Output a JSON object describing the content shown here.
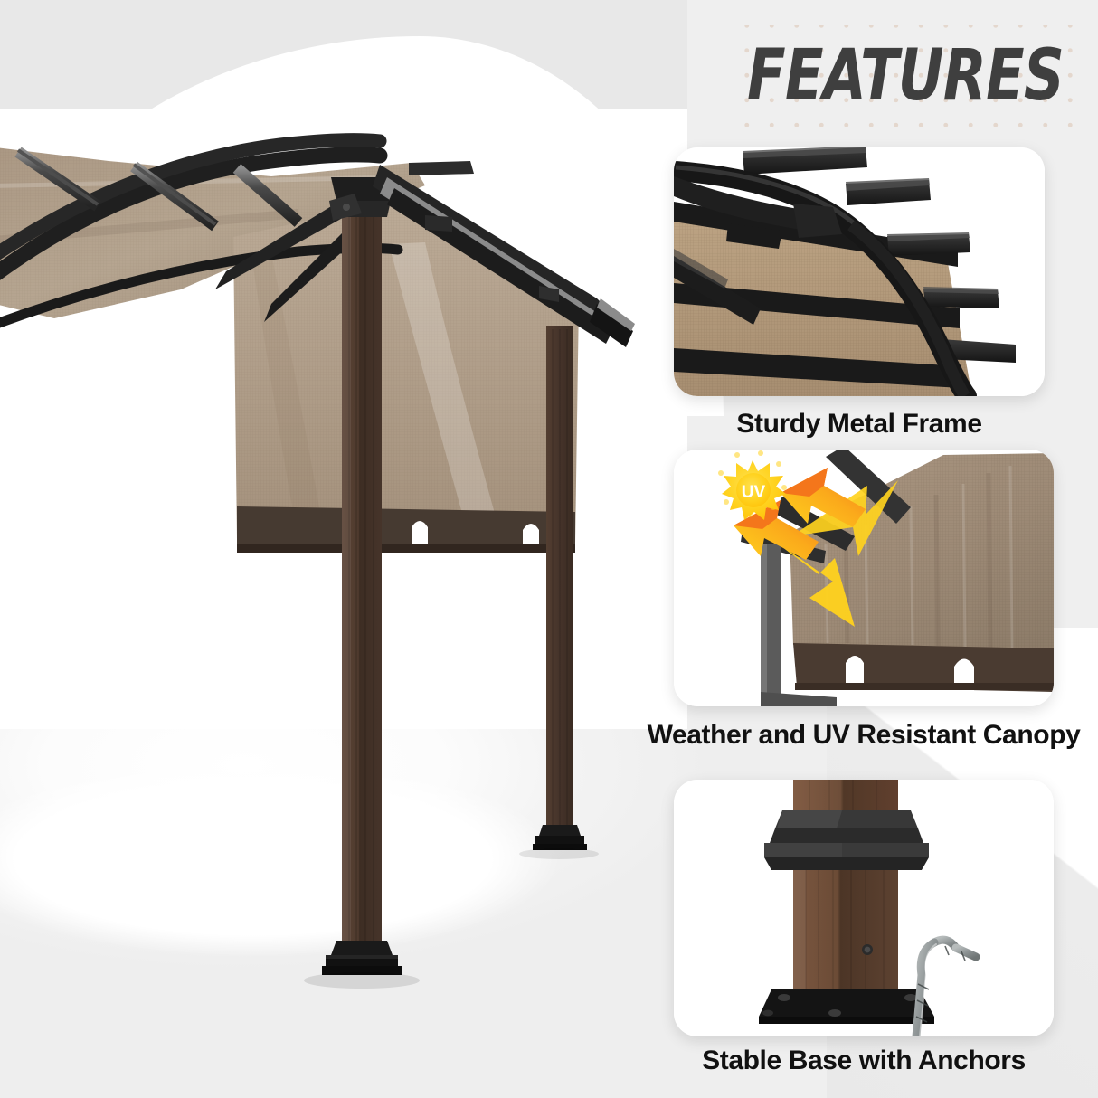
{
  "page": {
    "background_color": "#efefef",
    "card_background": "#ffffff"
  },
  "header": {
    "title": "FEATURES",
    "title_color": "#3f3f3f",
    "dot_color": "#e4d7cd"
  },
  "hero": {
    "name": "pergola-product-photo",
    "description": "Arched metal pergola with retractable tan canopy and wood-grain posts",
    "frame_color": "#2b2b2b",
    "canopy_color": "#b2a18f",
    "canopy_hem_color": "#4a3b31",
    "post_color": "#4b382c",
    "floor_color": "#f2f2f2"
  },
  "features": [
    {
      "id": "sturdy-metal-frame",
      "caption": "Sturdy Metal Frame",
      "image_name": "metal-frame-closeup",
      "colors": {
        "beam": "#232323",
        "canopy": "#b49b80"
      }
    },
    {
      "id": "weather-uv-resistant-canopy",
      "caption": "Weather and UV Resistant Canopy",
      "image_name": "uv-canopy-closeup",
      "badge_label": "UV",
      "colors": {
        "sun": "#ffd21e",
        "sun_inner": "#ffc20a",
        "arrow": "#f47b20",
        "ray": "#ffd21e",
        "canopy": "#9e8e7c",
        "canopy_hem": "#453731",
        "post": "#5a5a5a"
      }
    },
    {
      "id": "stable-base-with-anchors",
      "caption": "Stable Base with Anchors",
      "image_name": "post-base-anchor-closeup",
      "colors": {
        "post": "#5a4132",
        "cap": "#2f2f2f",
        "plate": "#141414",
        "anchor": "#9aa0a0"
      }
    }
  ]
}
